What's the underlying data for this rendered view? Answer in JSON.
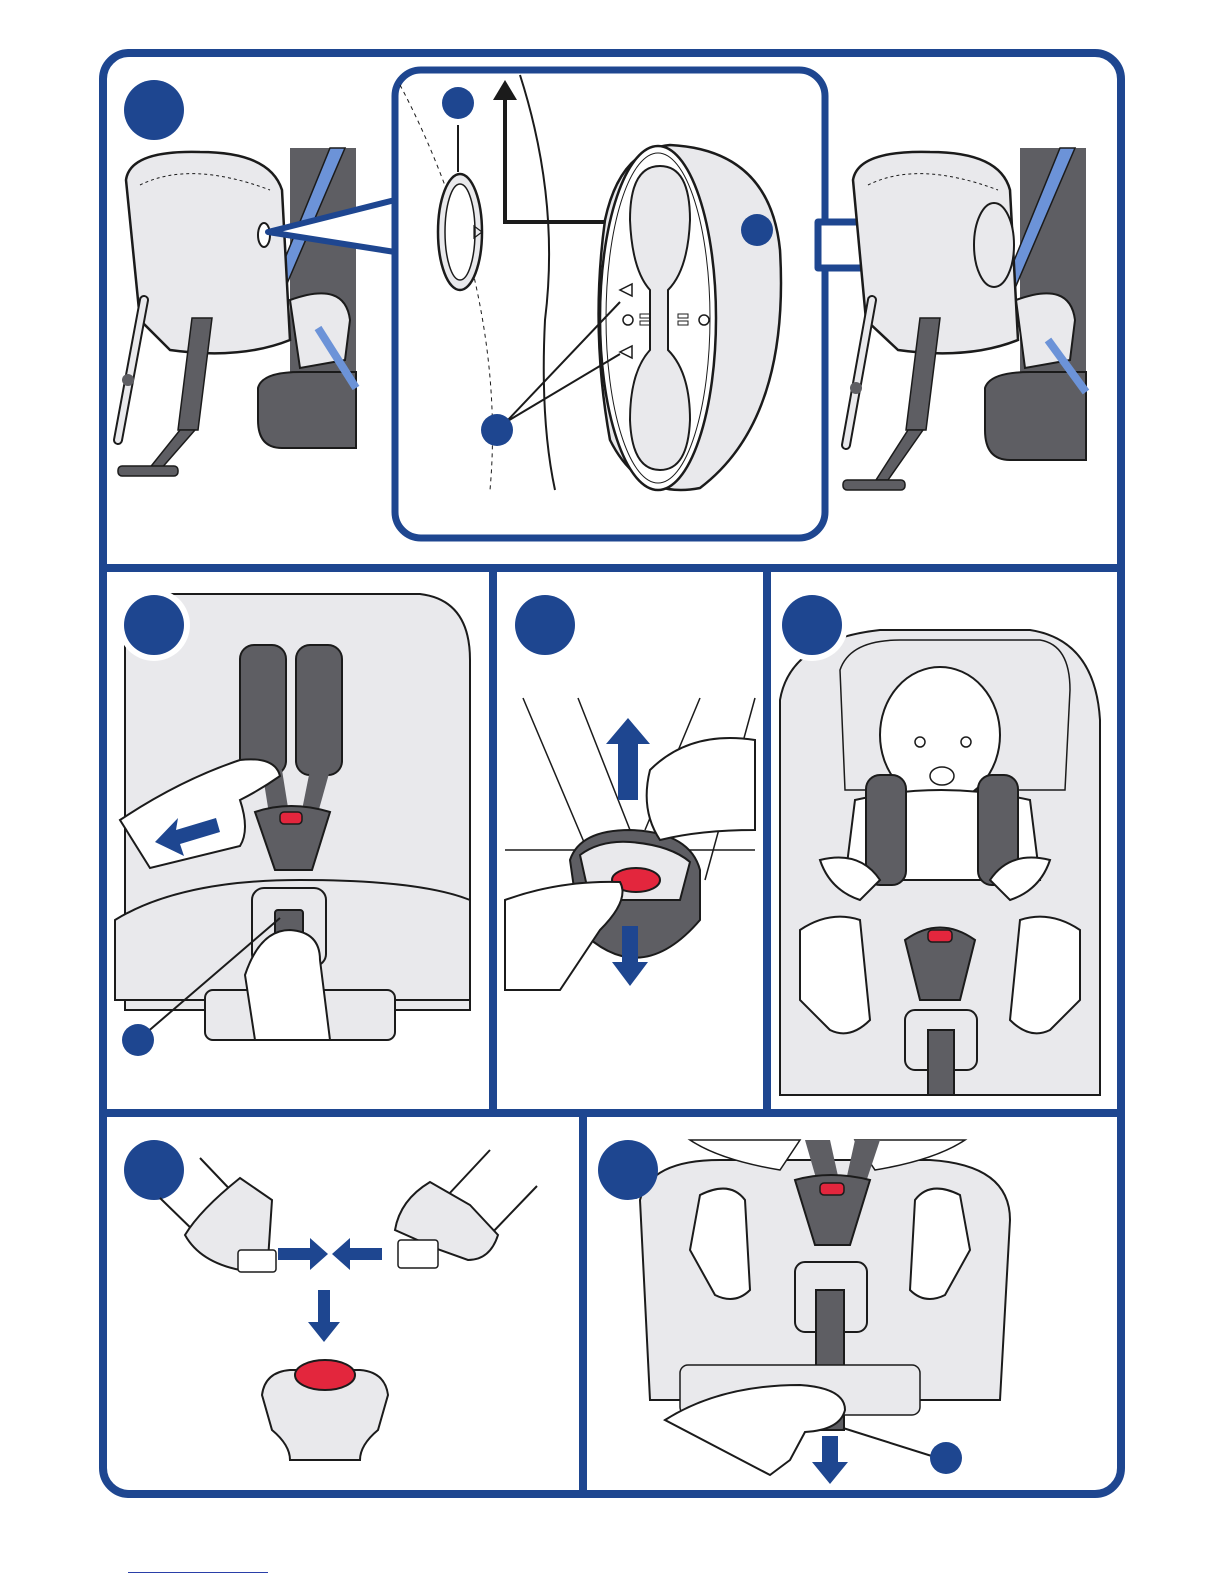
{
  "colors": {
    "frame": "#1e4690",
    "badge": "#1e4690",
    "accent_red": "#e3263d",
    "strap": "#5e5e63",
    "seat_fill": "#e9e9ec",
    "belt_blue": "#6c93d8",
    "line": "#1b1b1b",
    "link_underline": "#2a3fa8"
  },
  "panels": [
    {
      "id": "panel-1",
      "description_icon": "seat-cover-release-icon",
      "badge_text": "",
      "callouts": [
        "",
        "",
        ""
      ]
    },
    {
      "id": "panel-2",
      "description_icon": "harness-loosen-icon",
      "badge_text": "",
      "callouts": [
        ""
      ]
    },
    {
      "id": "panel-3",
      "description_icon": "buckle-release-icon",
      "badge_text": ""
    },
    {
      "id": "panel-4",
      "description_icon": "child-seated-icon",
      "badge_text": ""
    },
    {
      "id": "panel-5",
      "description_icon": "buckle-tongues-icon",
      "badge_text": ""
    },
    {
      "id": "panel-6",
      "description_icon": "harness-tighten-icon",
      "badge_text": "",
      "callouts": [
        ""
      ]
    }
  ]
}
